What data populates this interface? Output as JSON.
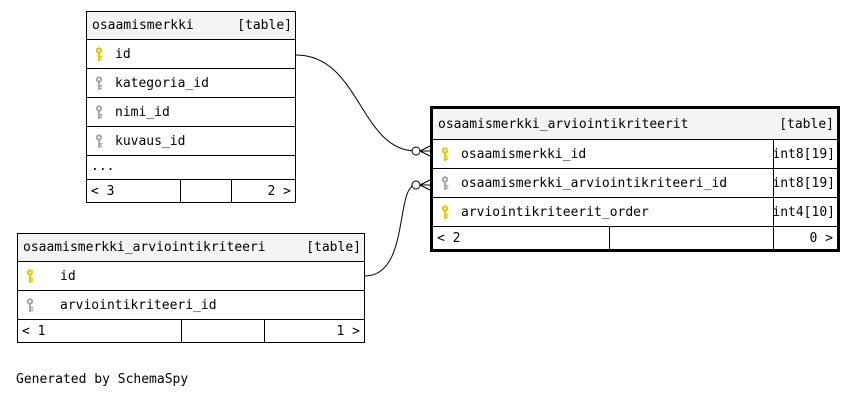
{
  "tables": {
    "osaamismerkki": {
      "name": "osaamismerkki",
      "tag": "[table]",
      "columns": [
        {
          "name": "id",
          "key": "primary"
        },
        {
          "name": "kategoria_id",
          "key": "foreign"
        },
        {
          "name": "nimi_id",
          "key": "foreign"
        },
        {
          "name": "kuvaus_id",
          "key": "foreign"
        }
      ],
      "more": "...",
      "parents": "< 3",
      "children": "2 >"
    },
    "arviointikriteerit": {
      "name": "osaamismerkki_arviointikriteerit",
      "tag": "[table]",
      "columns": [
        {
          "name": "osaamismerkki_id",
          "type": "int8[19]",
          "key": "primary"
        },
        {
          "name": "osaamismerkki_arviointikriteeri_id",
          "type": "int8[19]",
          "key": "foreign"
        },
        {
          "name": "arviointikriteerit_order",
          "type": "int4[10]",
          "key": "primary"
        }
      ],
      "parents": "< 2",
      "children": "0 >"
    },
    "arviointikriteeri": {
      "name": "osaamismerkki_arviointikriteeri",
      "tag": "[table]",
      "columns": [
        {
          "name": "id",
          "key": "primary"
        },
        {
          "name": "arviointikriteeri_id",
          "key": "foreign"
        }
      ],
      "parents": "< 1",
      "children": "1 >"
    }
  },
  "footer_text": "Generated by SchemaSpy",
  "colors": {
    "primary_key": "#e6c700",
    "foreign_key": "#a8a8a8",
    "header_bg": "#f4f4f4"
  }
}
